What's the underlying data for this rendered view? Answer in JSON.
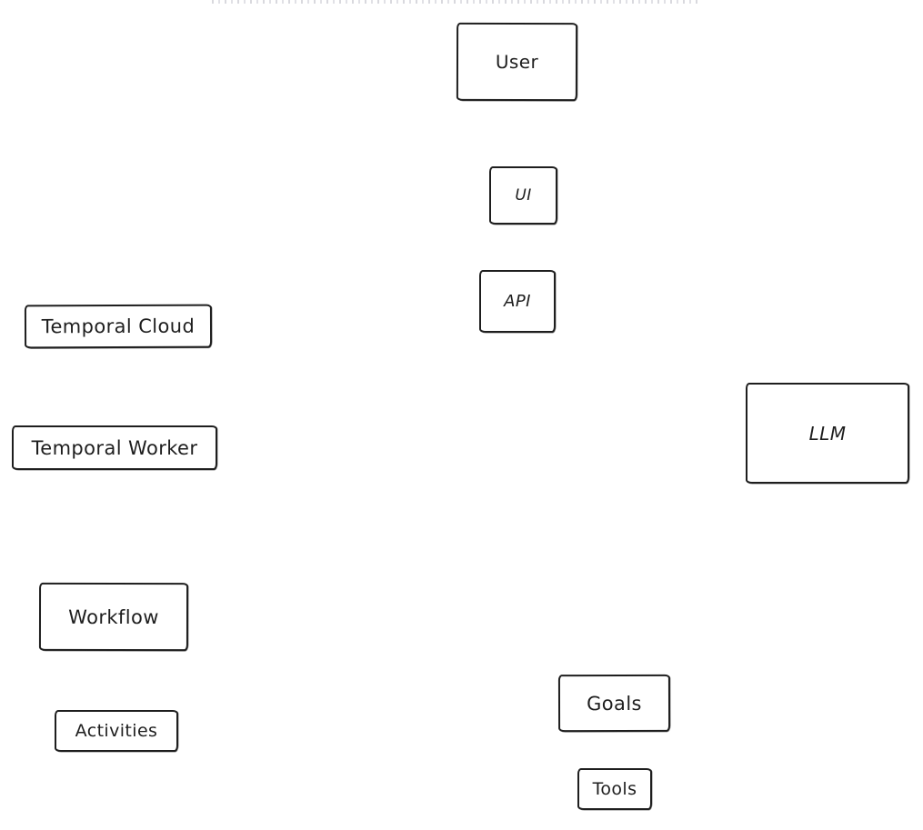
{
  "diagram": {
    "colors": {
      "stroke": "#1e1e1e",
      "background": "#ffffff"
    },
    "nodes": [
      {
        "id": "user",
        "label": "User"
      },
      {
        "id": "ui",
        "label": "UI"
      },
      {
        "id": "api",
        "label": "API"
      },
      {
        "id": "temporal-cloud",
        "label": "Temporal Cloud"
      },
      {
        "id": "temporal-worker",
        "label": "Temporal Worker"
      },
      {
        "id": "llm",
        "label": "LLM"
      },
      {
        "id": "workflow",
        "label": "Workflow"
      },
      {
        "id": "activities",
        "label": "Activities"
      },
      {
        "id": "goals",
        "label": "Goals"
      },
      {
        "id": "tools",
        "label": "Tools"
      }
    ]
  }
}
